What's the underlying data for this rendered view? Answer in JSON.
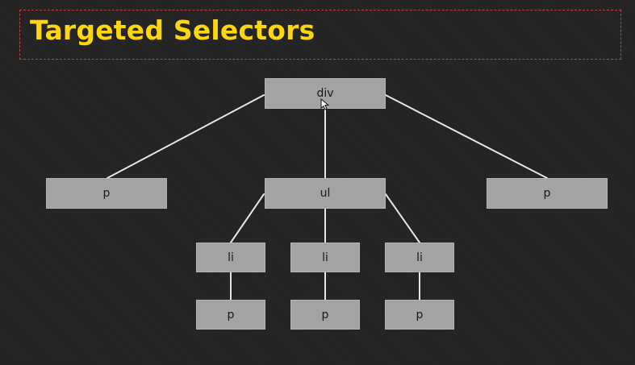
{
  "title": "Targeted Selectors",
  "diagram": {
    "nodes": [
      {
        "id": "div",
        "label": "div"
      },
      {
        "id": "p-left",
        "label": "p"
      },
      {
        "id": "ul",
        "label": "ul"
      },
      {
        "id": "p-right",
        "label": "p"
      },
      {
        "id": "li-1",
        "label": "li"
      },
      {
        "id": "li-2",
        "label": "li"
      },
      {
        "id": "li-3",
        "label": "li"
      },
      {
        "id": "li-1-p",
        "label": "p"
      },
      {
        "id": "li-2-p",
        "label": "p"
      },
      {
        "id": "li-3-p",
        "label": "p"
      }
    ],
    "edges": [
      {
        "from": "div",
        "to": "p-left"
      },
      {
        "from": "div",
        "to": "ul"
      },
      {
        "from": "div",
        "to": "p-right"
      },
      {
        "from": "ul",
        "to": "li-1"
      },
      {
        "from": "ul",
        "to": "li-2"
      },
      {
        "from": "ul",
        "to": "li-3"
      },
      {
        "from": "li-1",
        "to": "li-1-p"
      },
      {
        "from": "li-2",
        "to": "li-2-p"
      },
      {
        "from": "li-3",
        "to": "li-3-p"
      }
    ],
    "colors": {
      "background": "#242424",
      "title": "#ffd60a",
      "title_border": "#c2403e",
      "node_fill": "#a3a3a3",
      "node_text": "#1a1a1a",
      "edge": "#e6e6e6"
    },
    "icons": [
      "mouse-cursor-icon"
    ]
  }
}
